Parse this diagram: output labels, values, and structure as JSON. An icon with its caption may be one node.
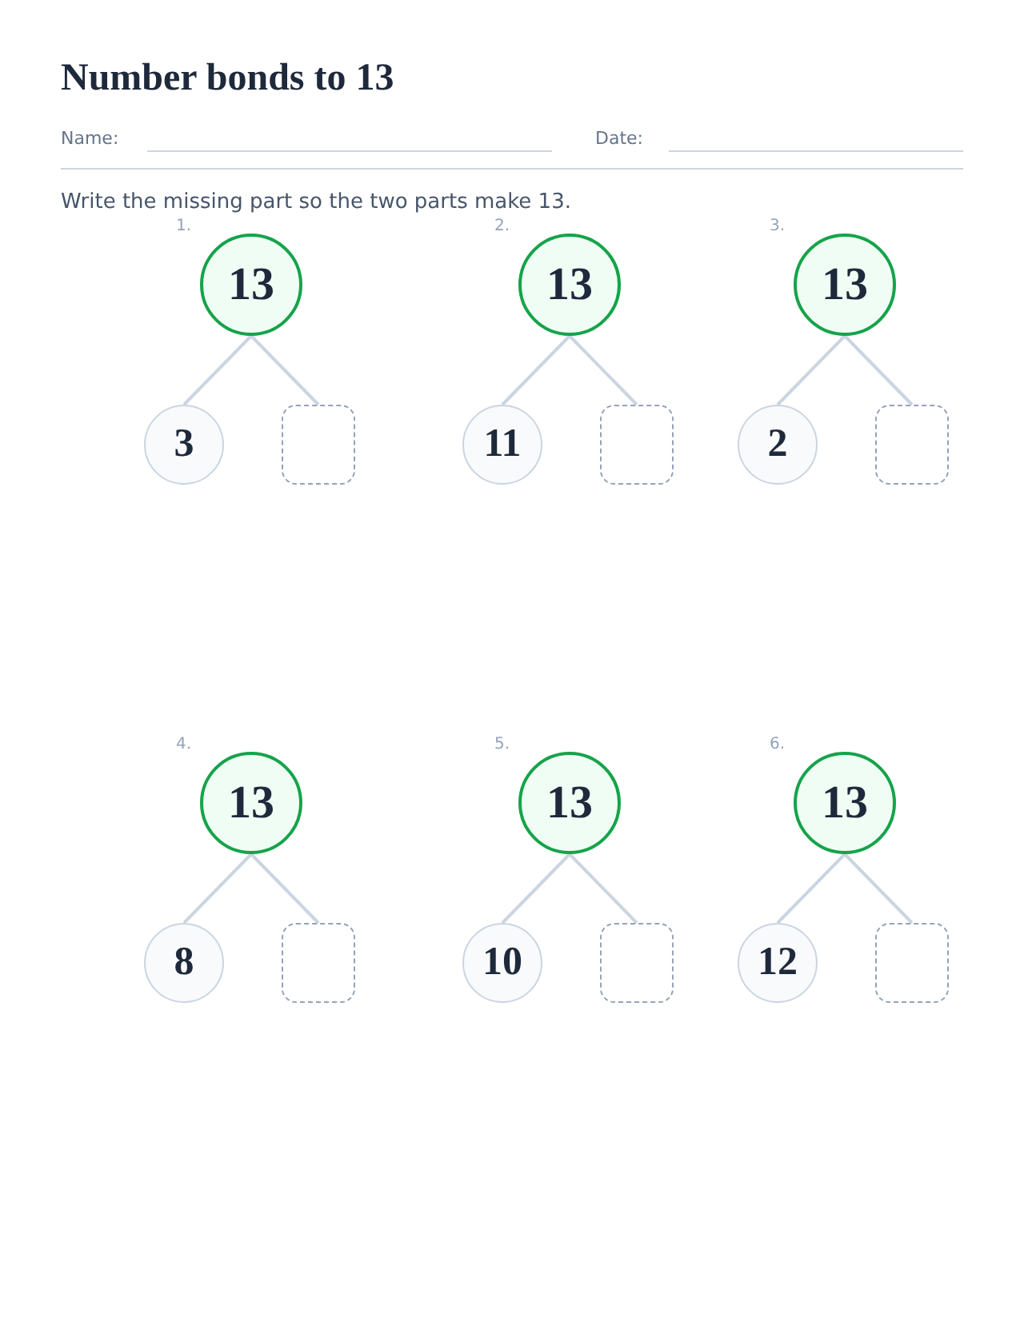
{
  "diagram": {
    "title": "Number bonds to 13",
    "nodes": [
      {
        "text": [
          "13"
        ],
        "beside": [
          "1."
        ]
      },
      {
        "text": [
          "3"
        ]
      },
      {
        "text": [],
        "shape": "box"
      },
      {
        "text": [
          "13"
        ],
        "beside": [
          "2."
        ]
      },
      {
        "text": [
          "11"
        ]
      },
      {
        "text": [],
        "shape": "box"
      },
      {
        "text": [
          "13"
        ],
        "beside": [
          "3."
        ]
      },
      {
        "text": [
          "2"
        ]
      },
      {
        "text": [],
        "shape": "box"
      },
      {
        "text": [
          "13"
        ],
        "beside": [
          "4."
        ]
      },
      {
        "text": [
          "8"
        ]
      },
      {
        "text": [],
        "shape": "box"
      },
      {
        "text": [
          "13"
        ],
        "beside": [
          "5."
        ]
      },
      {
        "text": [
          "10"
        ]
      },
      {
        "text": [],
        "shape": "box"
      },
      {
        "text": [
          "13"
        ],
        "beside": [
          "6."
        ]
      },
      {
        "text": [
          "12"
        ]
      },
      {
        "text": [],
        "shape": "box"
      }
    ],
    "edges": [
      {
        "from": 0,
        "to": 1,
        "arrow": "none"
      },
      {
        "from": 0,
        "to": 2,
        "arrow": "none"
      },
      {
        "from": 3,
        "to": 4,
        "arrow": "none"
      },
      {
        "from": 3,
        "to": 5,
        "arrow": "none"
      },
      {
        "from": 6,
        "to": 7,
        "arrow": "none"
      },
      {
        "from": 6,
        "to": 8,
        "arrow": "none"
      },
      {
        "from": 9,
        "to": 10,
        "arrow": "none"
      },
      {
        "from": 9,
        "to": 11,
        "arrow": "none"
      },
      {
        "from": 12,
        "to": 13,
        "arrow": "none"
      },
      {
        "from": 12,
        "to": 14,
        "arrow": "none"
      },
      {
        "from": 15,
        "to": 16,
        "arrow": "none"
      },
      {
        "from": 15,
        "to": 17,
        "arrow": "none"
      }
    ],
    "labels": [
      "Name:",
      "Date:",
      "Write the missing part so the two parts make 13."
    ]
  }
}
